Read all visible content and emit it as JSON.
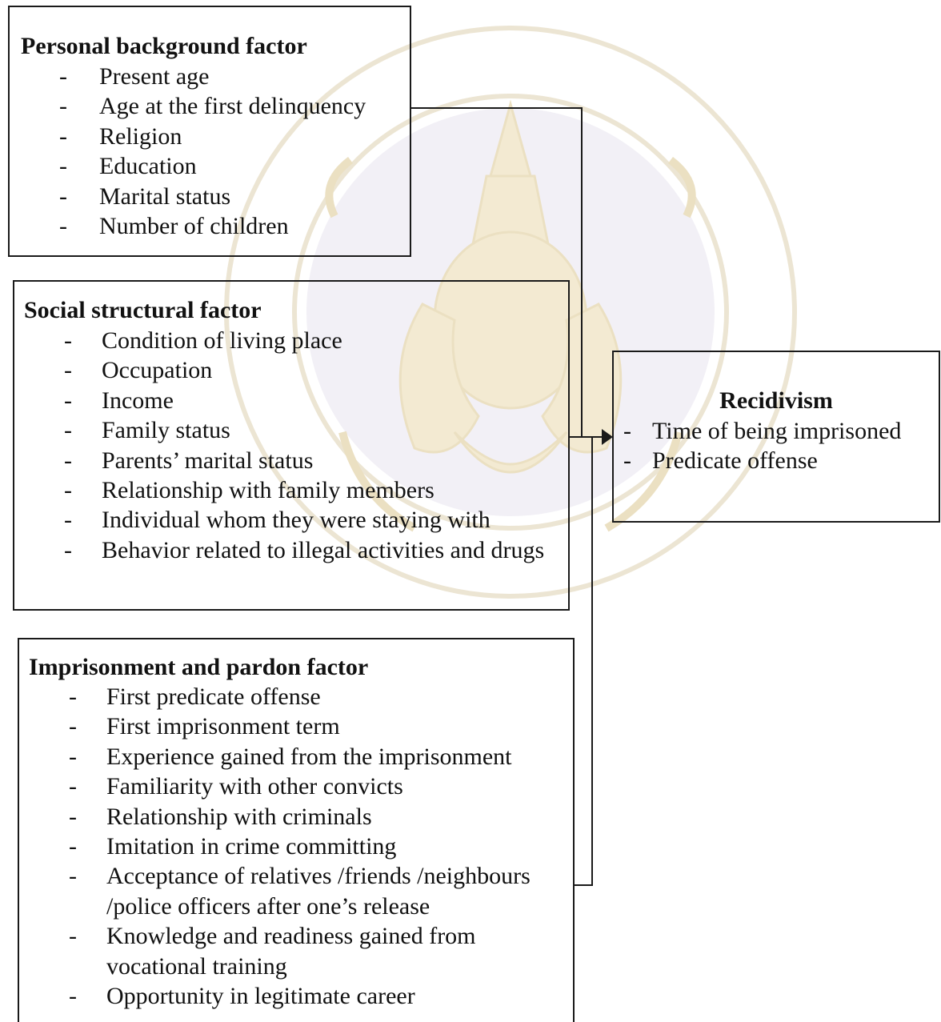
{
  "diagram": {
    "personal": {
      "title": "Personal background factor",
      "items": [
        "Present age",
        "Age at the first delinquency",
        "Religion",
        "Education",
        "Marital status",
        "Number of children"
      ]
    },
    "social": {
      "title": "Social structural factor",
      "items": [
        "Condition of living place",
        "Occupation",
        "Income",
        "Family status",
        "Parents’ marital status",
        "Relationship with family members",
        "Individual whom they were staying with",
        "Behavior related to illegal activities and drugs"
      ]
    },
    "imprisonment": {
      "title": "Imprisonment and pardon factor",
      "items": [
        "First predicate offense",
        "First imprisonment term",
        "Experience gained from the imprisonment",
        "Familiarity with other convicts",
        "Relationship with criminals",
        "Imitation in crime committing",
        "Acceptance of relatives /friends /neighbours /police officers after one’s release",
        "Knowledge and readiness gained from vocational training",
        "Opportunity in legitimate career"
      ]
    },
    "recidivism": {
      "title": "Recidivism",
      "items": [
        "Time of being imprisoned",
        "Predicate offense"
      ]
    },
    "bullet": "-"
  },
  "colors": {
    "line": "#1a1a1a",
    "text": "#111111",
    "watermark": "#e9e1cd"
  },
  "icons": {
    "watermark": "university-seal-watermark"
  }
}
